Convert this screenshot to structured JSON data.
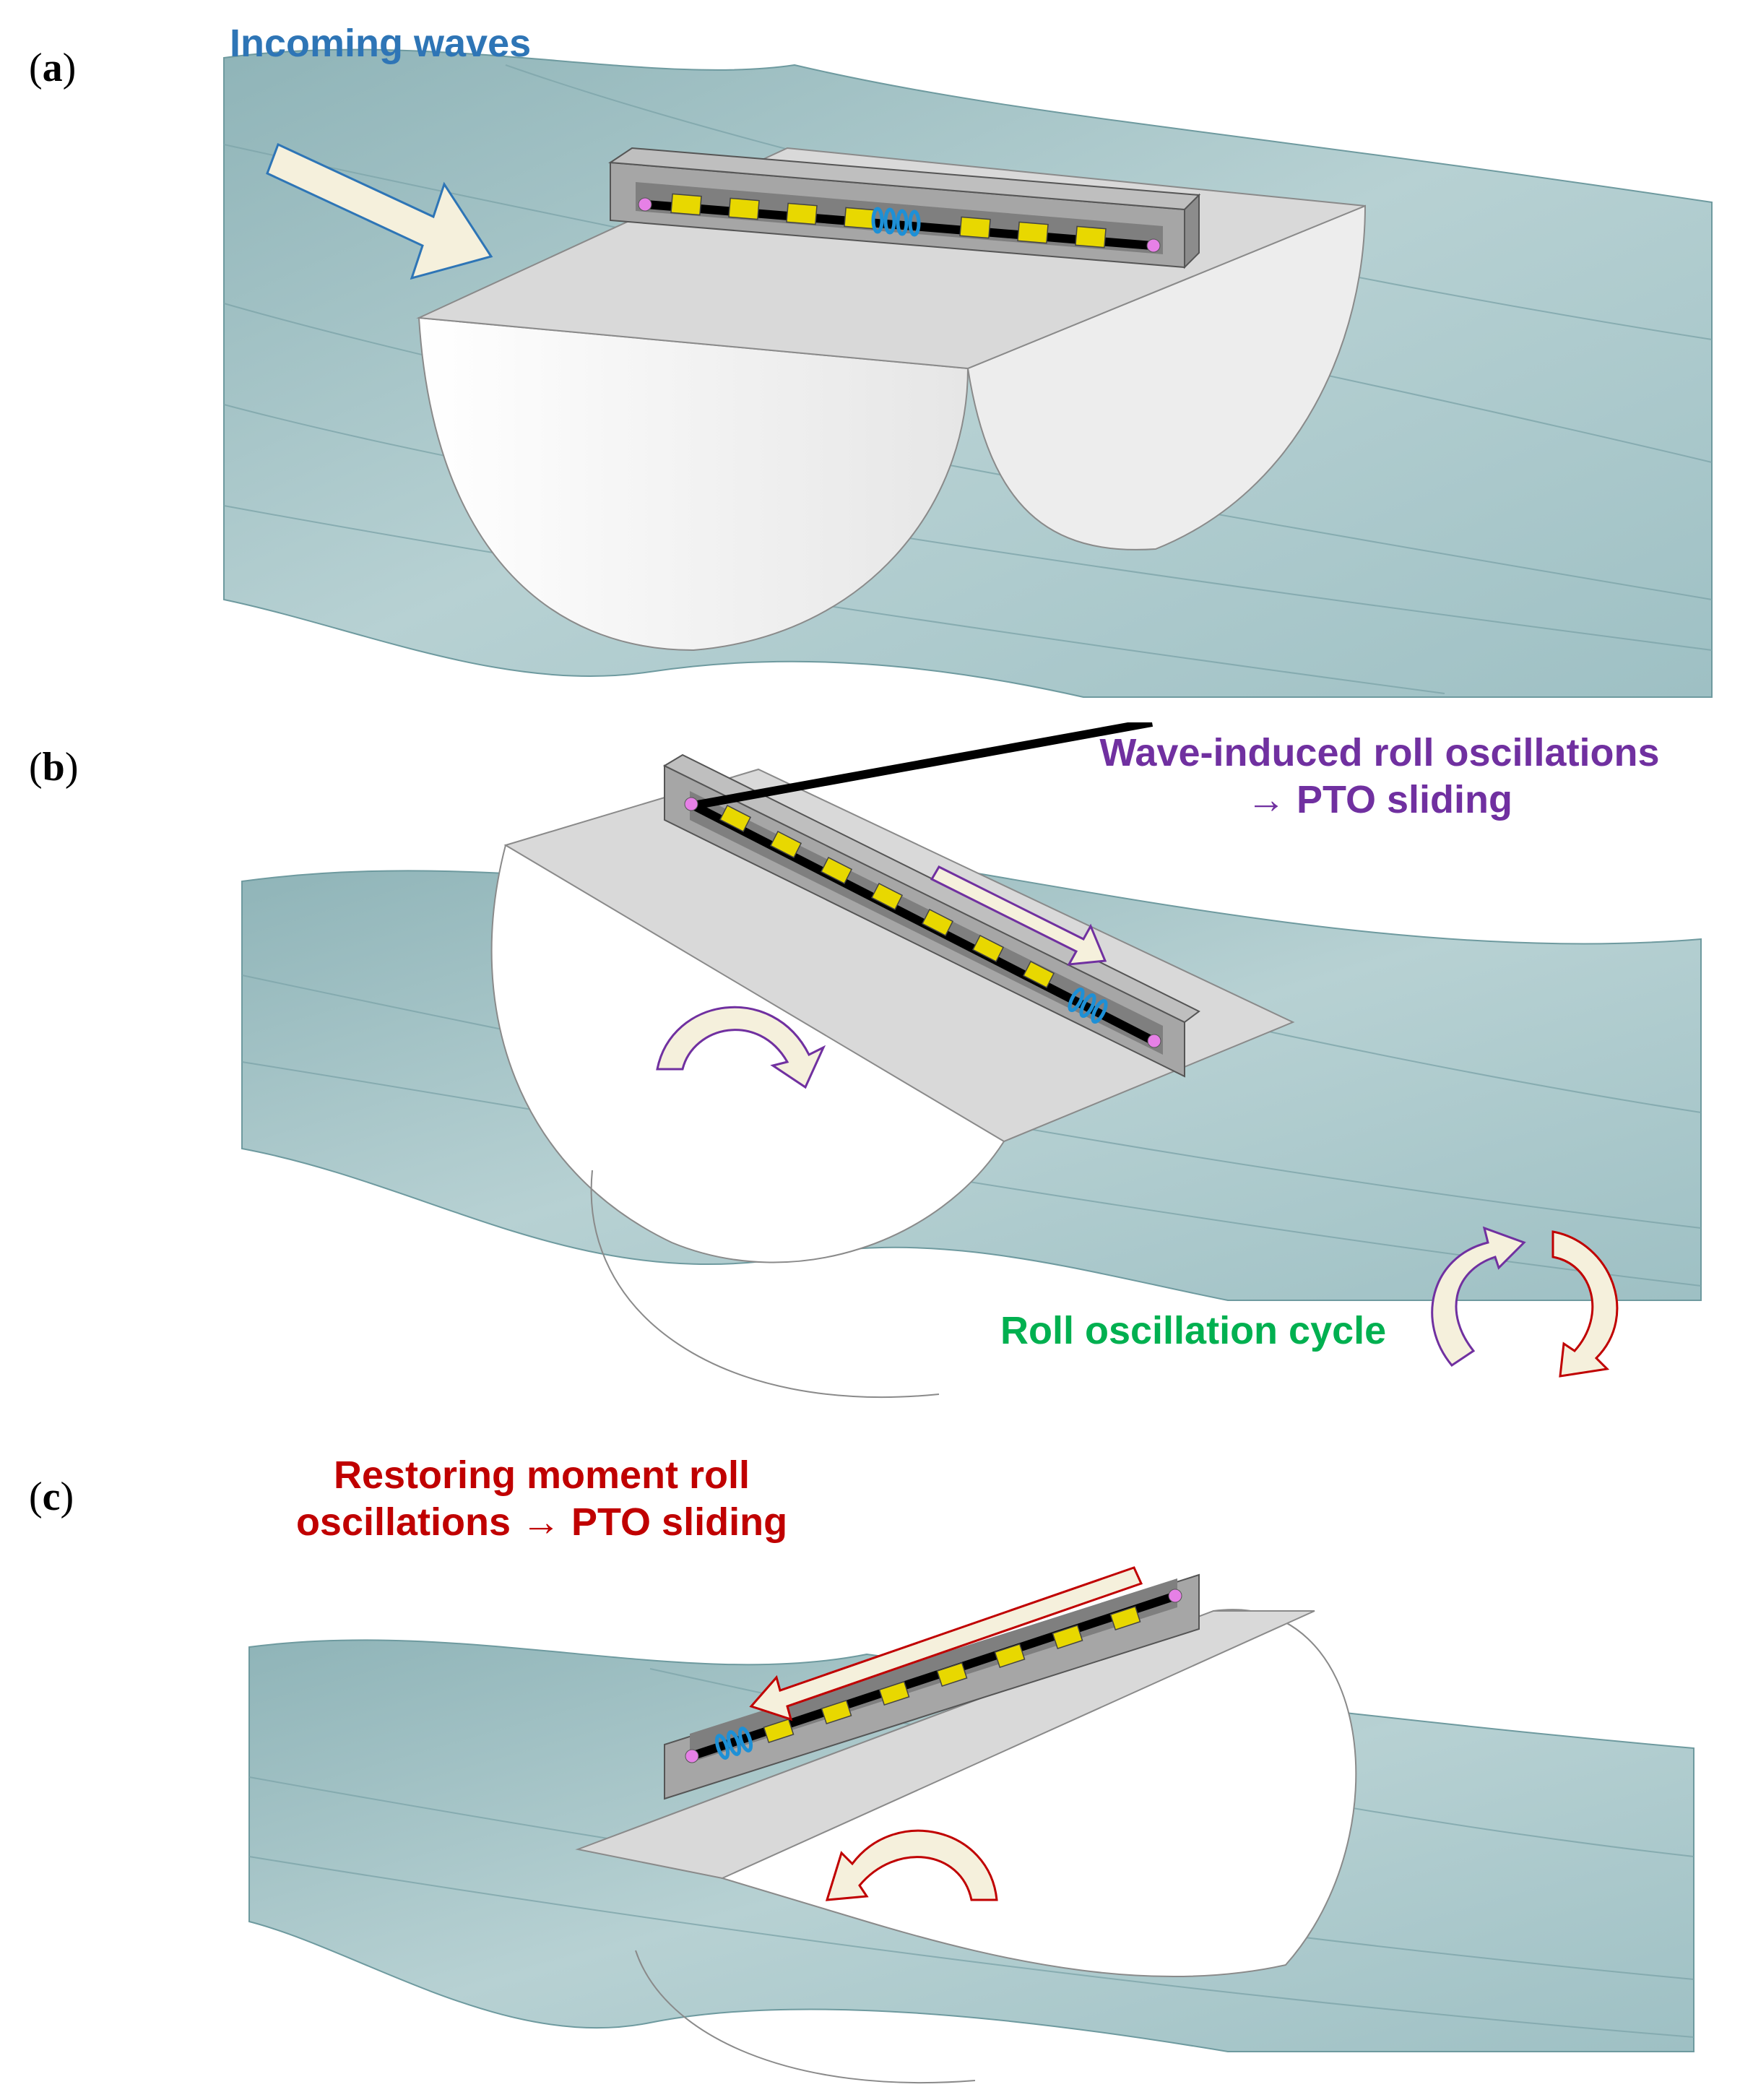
{
  "panels": [
    {
      "label_open": "(",
      "label_letter": "a",
      "label_close": ")"
    },
    {
      "label_open": "(",
      "label_letter": "b",
      "label_close": ")"
    },
    {
      "label_open": "(",
      "label_letter": "c",
      "label_close": ")"
    }
  ],
  "captions": {
    "incoming_waves": "Incoming waves",
    "wave_induced_line1": "Wave-induced roll oscillations",
    "wave_induced_line2": "→ PTO sliding",
    "roll_cycle": "Roll oscillation cycle",
    "restoring_line1": "Restoring moment roll",
    "restoring_line2": "oscillations → PTO sliding"
  },
  "colors": {
    "incoming_waves": "#2E75B6",
    "wave_induced": "#7030A0",
    "roll_cycle": "#00B050",
    "restoring": "#C00000",
    "water": "#9DBFC3",
    "hull": "#F2F2F2",
    "pto_yellow": "#E8D800",
    "spring_blue": "#1E90D6"
  }
}
